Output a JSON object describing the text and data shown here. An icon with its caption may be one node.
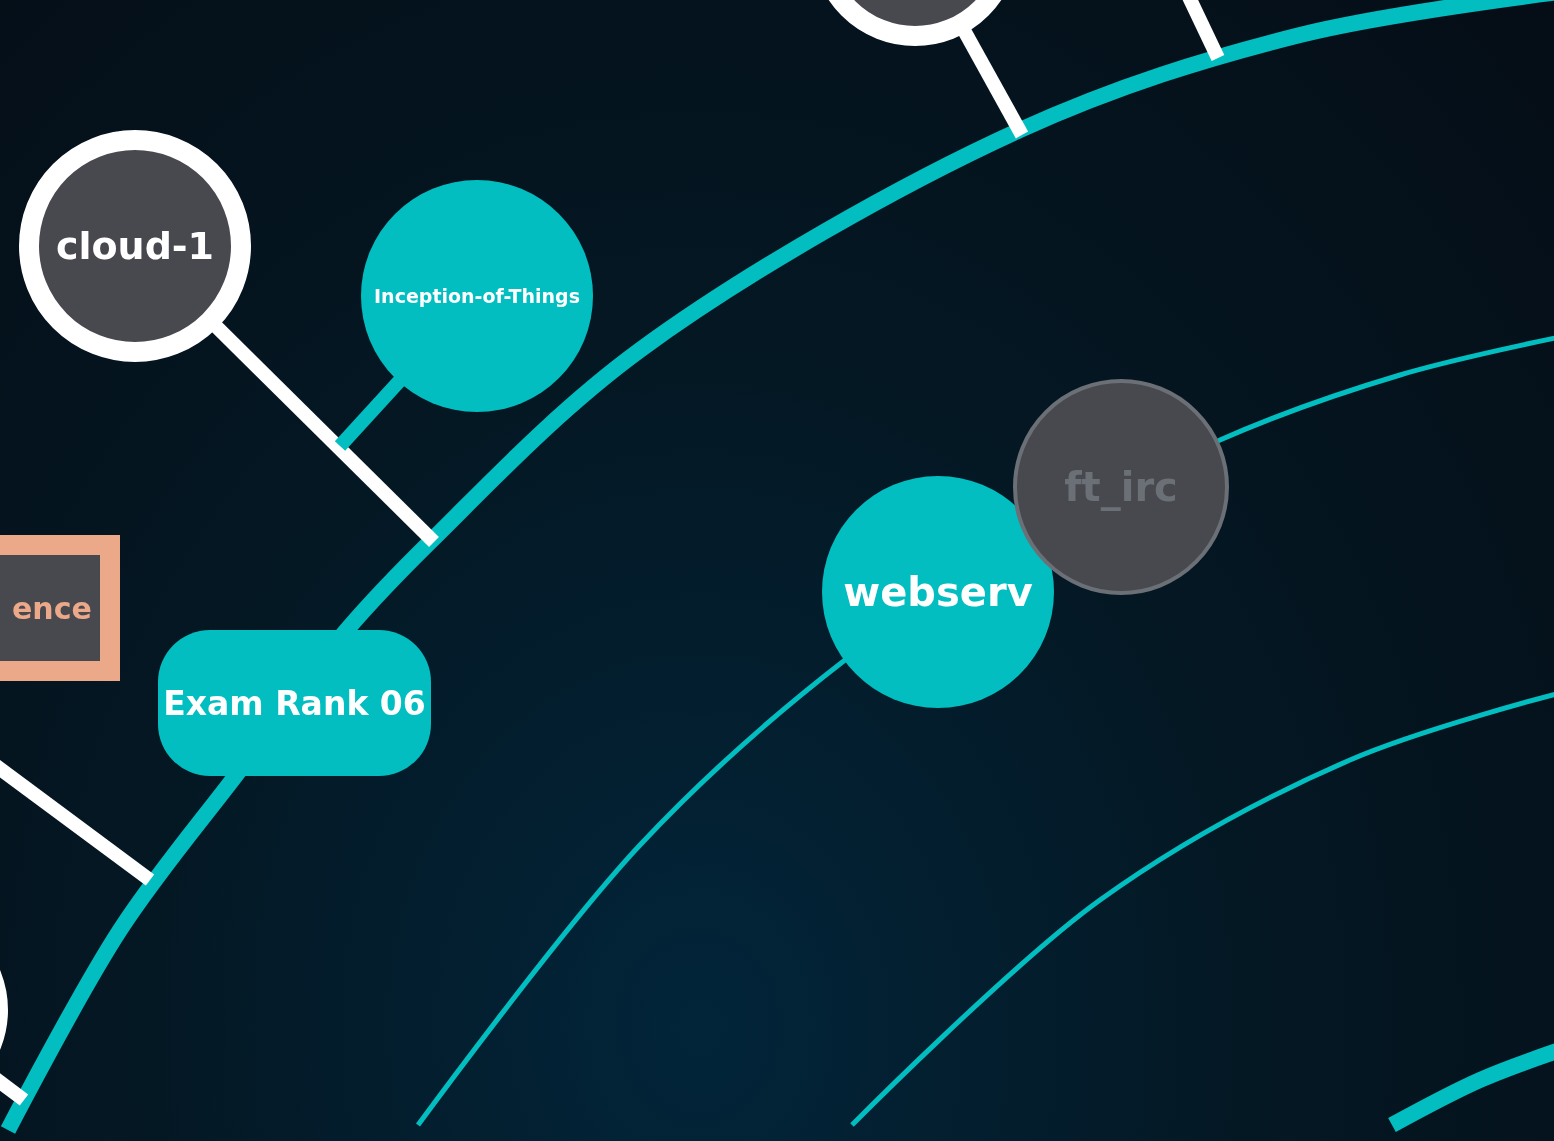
{
  "diagram": {
    "nodes": [
      {
        "text": [],
        "shape": "circle"
      },
      {
        "text": [
          "cloud-1"
        ]
      },
      {
        "text": [
          "Inception-of-Things"
        ]
      },
      {
        "text": [
          "ence"
        ]
      },
      {
        "text": [
          "Exam Rank 06"
        ]
      },
      {
        "text": [
          "webserv"
        ]
      },
      {
        "text": [
          "ft_irc"
        ]
      },
      {
        "text": [],
        "shape": "circle"
      }
    ],
    "edges": [
      {
        "from": 0,
        "to": null,
        "arrow": "none"
      },
      {
        "from": 1,
        "to": null,
        "arrow": "none"
      },
      {
        "from": 2,
        "to": null,
        "arrow": "none",
        "color": "#02bec0"
      },
      {
        "from": 7,
        "to": null,
        "arrow": "none"
      }
    ]
  }
}
